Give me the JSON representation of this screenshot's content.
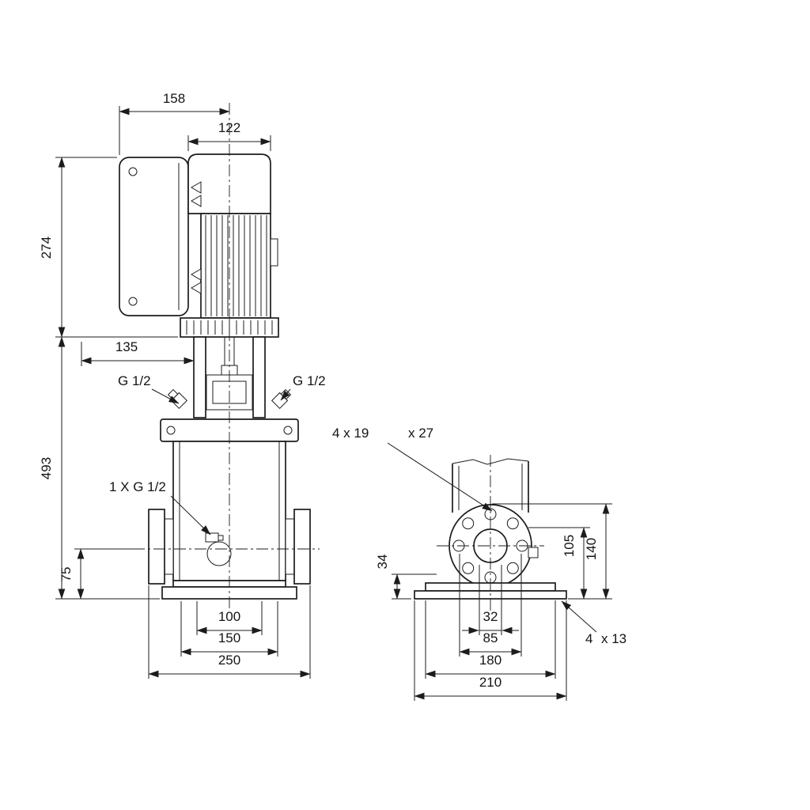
{
  "drawing": {
    "front_view": {
      "dim_top_width": "158",
      "dim_motor_width": "122",
      "dim_motor_height": "274",
      "dim_head_width": "135",
      "dim_pump_height": "493",
      "dim_port_centerline_height": "75",
      "dim_port_width": "100",
      "dim_base_inner_width": "150",
      "dim_overall_width": "250",
      "label_gauge_plug_left": "G 1/2",
      "label_gauge_plug_right": "G 1/2",
      "label_drain_plug": "1 X G 1/2"
    },
    "side_view": {
      "label_flange_holes_a": "4 x 19",
      "label_flange_holes_b": "x 27",
      "dim_foot_height": "34",
      "dim_port_center_offset": "105",
      "dim_flange_top_height": "140",
      "dim_bore_width": "32",
      "dim_bolt_span": "85",
      "dim_base_plate_length": "180",
      "dim_overall_length": "210",
      "label_base_holes_a": "4",
      "label_base_holes_b": "x 13"
    }
  }
}
